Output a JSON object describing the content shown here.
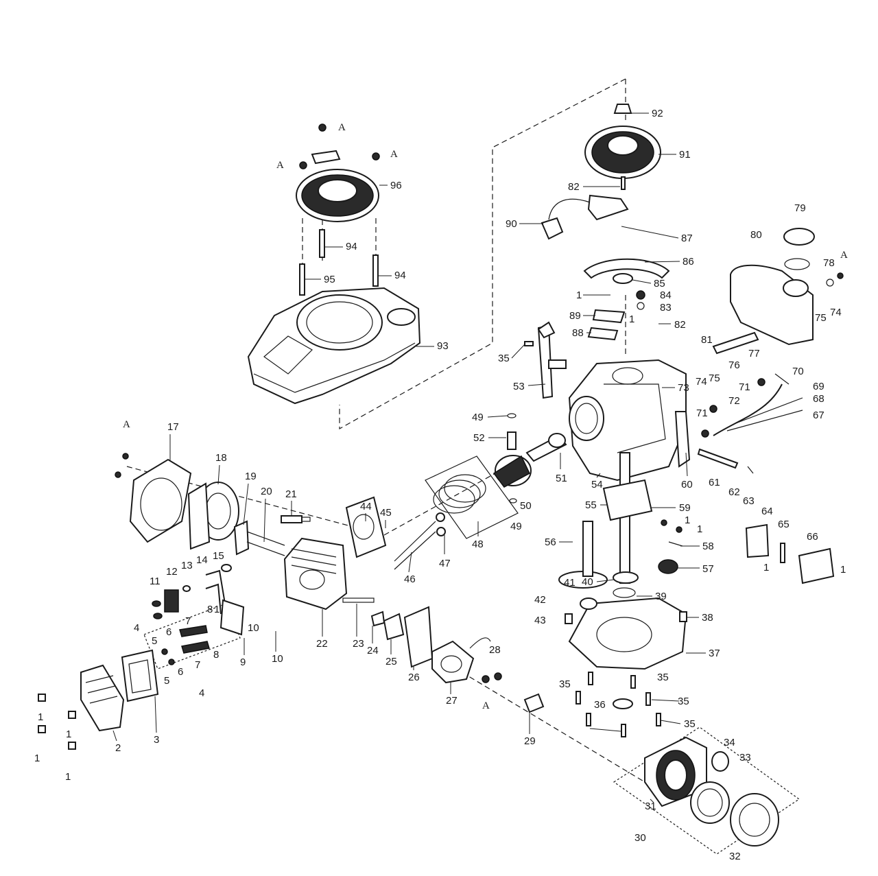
{
  "callouts": {
    "n1": "1",
    "n2": "2",
    "n3": "3",
    "n4": "4",
    "n5": "5",
    "n6": "6",
    "n7": "7",
    "n8": "8",
    "n9": "9",
    "n10": "10",
    "n11": "11",
    "n12": "12",
    "n13": "13",
    "n14": "14",
    "n15": "15",
    "n17": "17",
    "n18": "18",
    "n19": "19",
    "n20": "20",
    "n21": "21",
    "n22": "22",
    "n23": "23",
    "n24": "24",
    "n25": "25",
    "n26": "26",
    "n27": "27",
    "n28": "28",
    "n29": "29",
    "n30": "30",
    "n31": "31",
    "n32": "32",
    "n33": "33",
    "n34": "34",
    "n35": "35",
    "n36": "36",
    "n37": "37",
    "n38": "38",
    "n39": "39",
    "n40": "40",
    "n41": "41",
    "n42": "42",
    "n43": "43",
    "n44": "44",
    "n45": "45",
    "n46": "46",
    "n47": "47",
    "n48": "48",
    "n49": "49",
    "n50": "50",
    "n51": "51",
    "n52": "52",
    "n53": "53",
    "n54": "54",
    "n55": "55",
    "n56": "56",
    "n57": "57",
    "n58": "58",
    "n59": "59",
    "n60": "60",
    "n61": "61",
    "n62": "62",
    "n63": "63",
    "n64": "64",
    "n65": "65",
    "n66": "66",
    "n67": "67",
    "n68": "68",
    "n69": "69",
    "n70": "70",
    "n71": "71",
    "n72": "72",
    "n73": "73",
    "n74": "74",
    "n75": "75",
    "n76": "76",
    "n77": "77",
    "n78": "78",
    "n79": "79",
    "n80": "80",
    "n81": "81",
    "n82": "82",
    "n83": "83",
    "n84": "84",
    "n85": "85",
    "n86": "86",
    "n87": "87",
    "n88": "88",
    "n89": "89",
    "n90": "90",
    "n91": "91",
    "n92": "92",
    "n93": "93",
    "n94": "94",
    "n95": "95",
    "n96": "96",
    "refA": "A"
  }
}
